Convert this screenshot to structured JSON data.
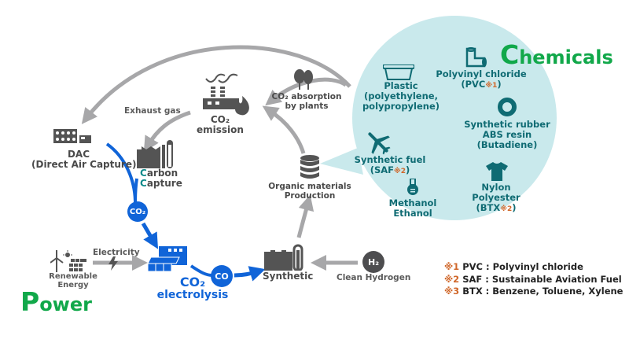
{
  "colors": {
    "arrow_gray": "#a7a7a9",
    "icon_gray": "#545454",
    "flow_blue": "#1064d8",
    "bubble_teal": "#c9e9ec",
    "chem_teal": "#0f6b73",
    "title_green": "#11a84a",
    "note_orange": "#d0672a"
  },
  "sections": {
    "power_title": {
      "initial": "P",
      "rest": "ower"
    },
    "chemicals_title": {
      "initial": "C",
      "rest": "hemicals"
    }
  },
  "nodes": {
    "dac": {
      "line1": "DAC",
      "line2": "(Direct Air Capture)",
      "icon": "dac-unit-icon"
    },
    "exhaust_gas": {
      "label": "Exhaust gas"
    },
    "co2_emission": {
      "line1": "CO₂",
      "line2": "emission",
      "icon": "factory-fire-icon"
    },
    "co2_absorption": {
      "line1": "CO₂ absorption",
      "line2": "by plants",
      "icon": "trees-icon"
    },
    "carbon_capture": {
      "line1_initial": "C",
      "line1_rest": "arbon",
      "line2_initial": "C",
      "line2_rest": "apture",
      "icon": "capture-plant-icon"
    },
    "co2_badge": {
      "text": "CO₂"
    },
    "organic": {
      "line1": "Organic materials",
      "line2": "Production",
      "icon": "database-icon"
    },
    "renewable": {
      "line1": "Renewable",
      "line2": "Energy",
      "icon": "wind-solar-icon"
    },
    "electricity": {
      "label": "Electricity",
      "icon": "lightning-icon"
    },
    "electrolysis": {
      "line1": "CO₂",
      "line2": "electrolysis",
      "icon": "electrolysis-plant-icon"
    },
    "co_badge": {
      "text": "CO"
    },
    "synthetic": {
      "label": "Synthetic",
      "icon": "synthesis-plant-icon"
    },
    "hydrogen": {
      "badge": "H₂",
      "label": "Clean Hydrogen"
    }
  },
  "chemicals": [
    {
      "id": "plastic",
      "lines": [
        "Plastic",
        "(polyethylene,",
        "polypropylene)"
      ],
      "icon": "container-icon"
    },
    {
      "id": "pvc",
      "lines": [
        "Polyvinyl chloride"
      ],
      "paren_pre": "(PVC",
      "mark": "※1",
      "paren_post": ")",
      "icon": "pipe-elbow-icon"
    },
    {
      "id": "rubber",
      "lines": [
        "Synthetic rubber",
        "ABS resin",
        "(Butadiene)"
      ],
      "icon": "ring-icon"
    },
    {
      "id": "fuel",
      "lines": [
        "Synthetic fuel"
      ],
      "paren_pre": "(SAF",
      "mark": "※2",
      "paren_post": ")",
      "icon": "airplane-icon"
    },
    {
      "id": "methanol",
      "lines": [
        "Methanol",
        "Ethanol"
      ],
      "icon": "flask-icon"
    },
    {
      "id": "nylon",
      "lines": [
        "Nylon",
        "Polyester"
      ],
      "paren_pre": "(BTX",
      "mark": "※2",
      "paren_post": ")",
      "icon": "tshirt-icon"
    }
  ],
  "notes": [
    {
      "mark": "※1",
      "text": "PVC : Polyvinyl chloride"
    },
    {
      "mark": "※2",
      "text": "SAF : Sustainable Aviation Fuel"
    },
    {
      "mark": "※3",
      "text": "BTX : Benzene, Toluene, Xylene"
    }
  ]
}
